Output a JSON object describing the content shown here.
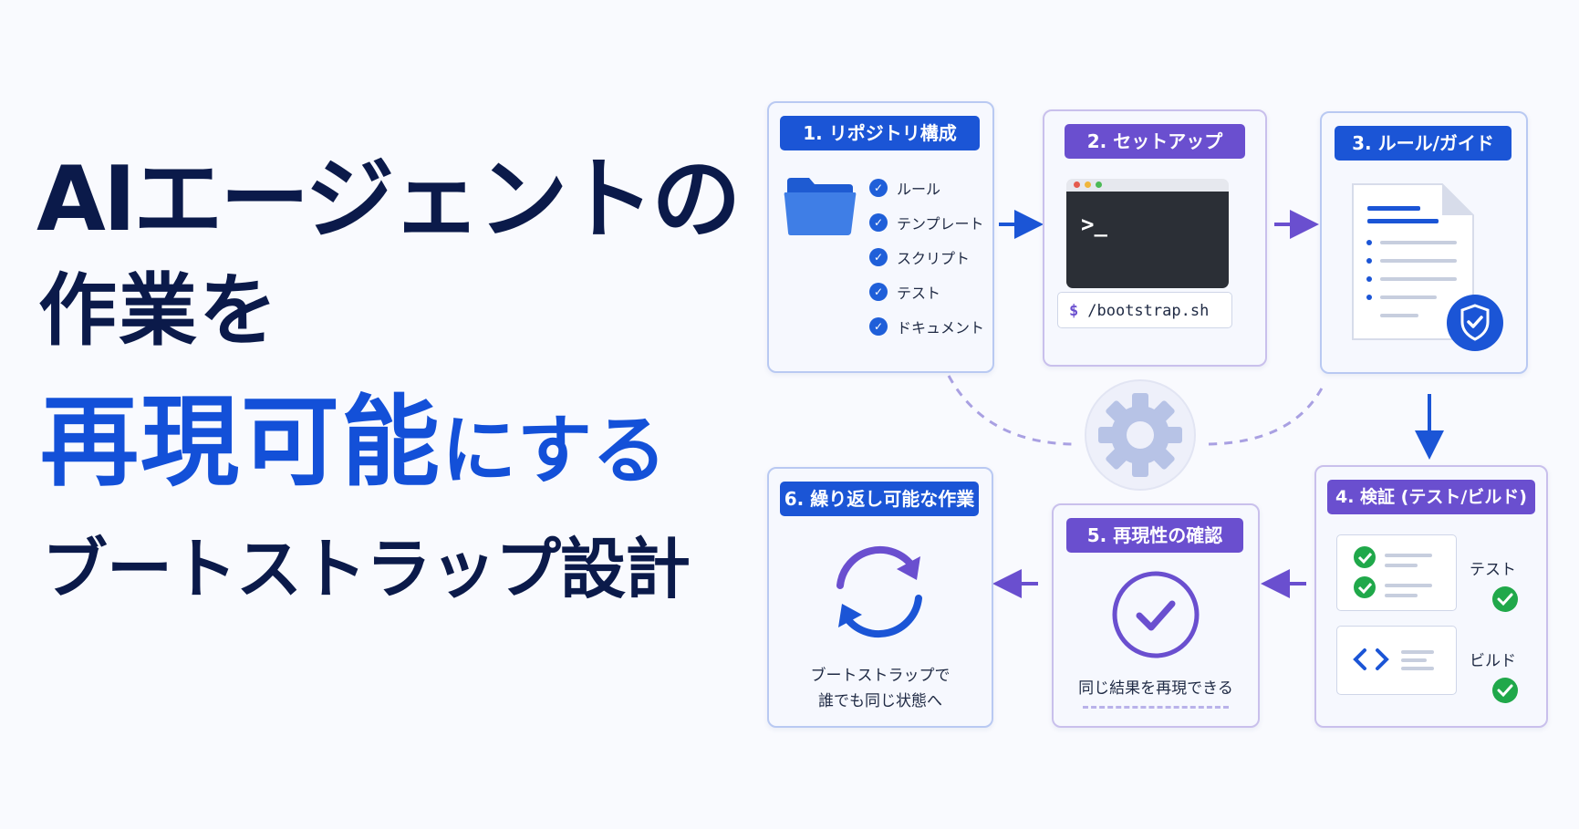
{
  "headline": {
    "line1": "AIエージェントの",
    "line2": "作業を",
    "line3_accent": "再現可能",
    "line3_rest": "にする",
    "line4": "ブートストラップ設計"
  },
  "steps": {
    "s1": {
      "title": "1. リポジトリ構成",
      "items": [
        "ルール",
        "テンプレート",
        "スクリプト",
        "テスト",
        "ドキュメント"
      ]
    },
    "s2": {
      "title": "2. セットアップ",
      "prompt": ">_",
      "command_prefix": "$",
      "command": "/bootstrap.sh"
    },
    "s3": {
      "title": "3. ルール/ガイド"
    },
    "s4": {
      "title": "4. 検証 (テスト/ビルド)",
      "test_label": "テスト",
      "build_label": "ビルド"
    },
    "s5": {
      "title": "5. 再現性の確認",
      "caption": "同じ結果を再現できる"
    },
    "s6": {
      "title": "6. 繰り返し可能な作業",
      "caption_line1": "ブートストラップで",
      "caption_line2": "誰でも同じ状態へ"
    }
  },
  "colors": {
    "blue": "#1b55d6",
    "purple": "#6a4fcf",
    "green": "#20a84a",
    "navy": "#0b1a4a"
  },
  "icons": [
    "folder-icon",
    "check-icon",
    "terminal-icon",
    "document-icon",
    "shield-check-icon",
    "gear-icon",
    "code-icon",
    "refresh-cycle-icon",
    "arrow-right-icon",
    "arrow-down-icon",
    "arrow-left-icon"
  ]
}
